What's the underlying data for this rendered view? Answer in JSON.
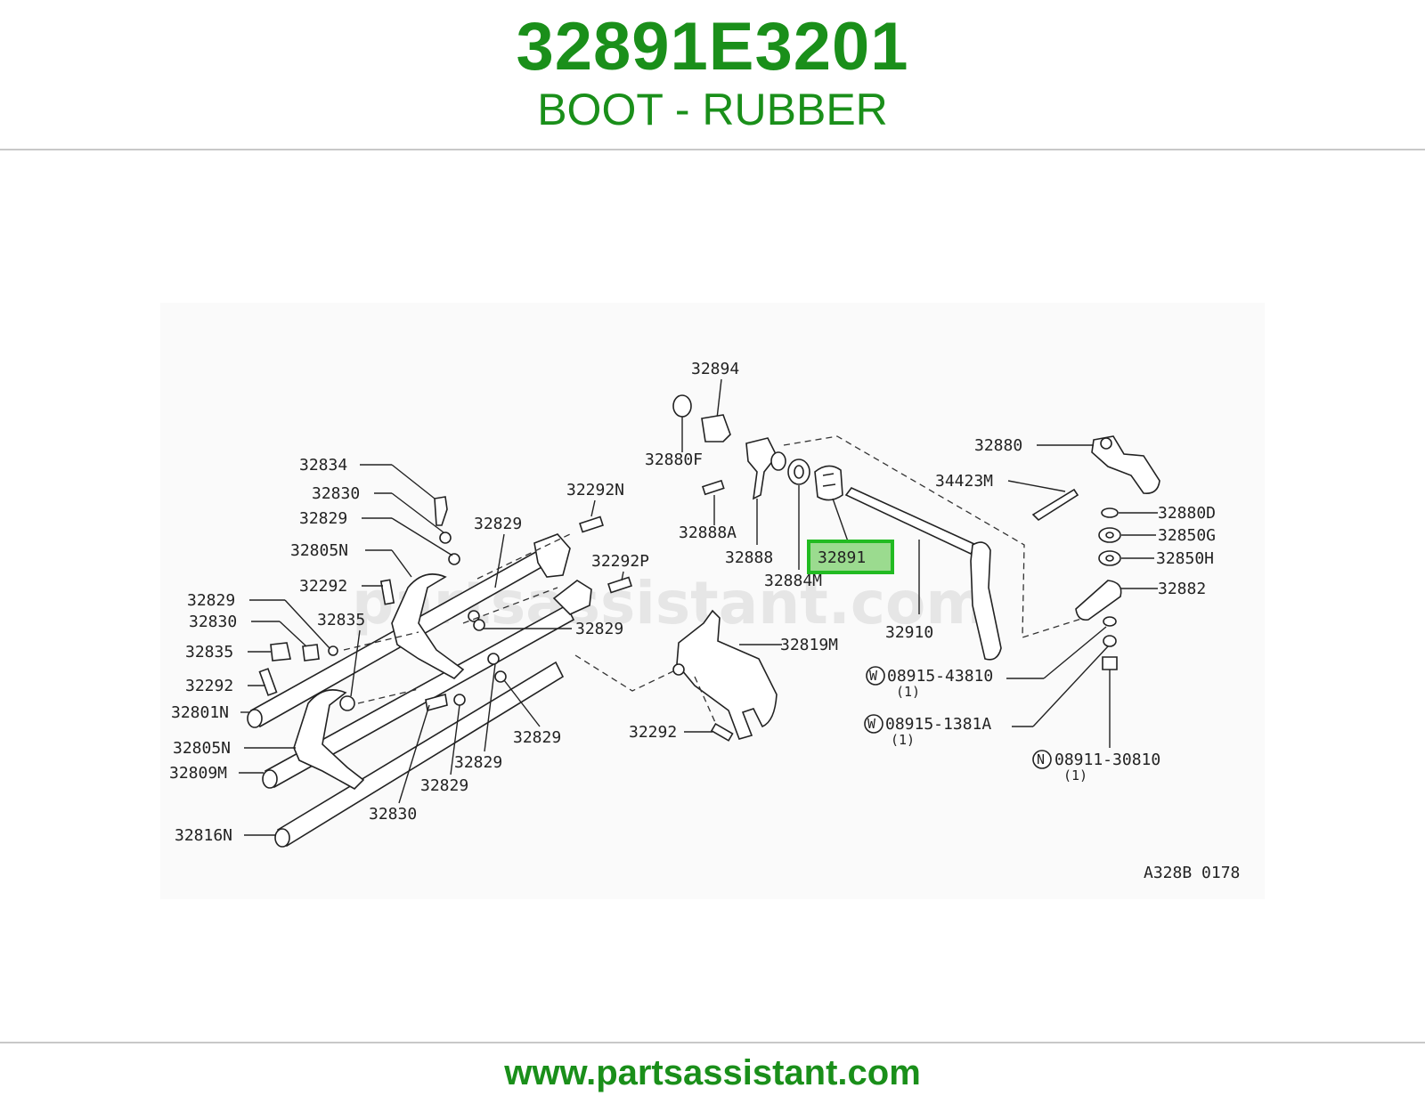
{
  "header": {
    "part_number": "32891E3201",
    "description": "BOOT - RUBBER"
  },
  "diagram": {
    "highlighted_label": "32891",
    "highlight_color": "#22bb22",
    "watermark": "partsassistant.com",
    "drawing_code": "A328B 0178",
    "labels": [
      "32894",
      "32880F",
      "32880",
      "34423M",
      "32880D",
      "32850G",
      "32850H",
      "32882",
      "32834",
      "32830",
      "32829",
      "32805N",
      "32292",
      "32829",
      "32830",
      "32835",
      "32835",
      "32292",
      "32801N",
      "32805N",
      "32809M",
      "32816N",
      "32829",
      "32292N",
      "32292P",
      "32829",
      "32829",
      "32829",
      "32829",
      "32830",
      "32819M",
      "32292",
      "32888A",
      "32888",
      "32884M",
      "32910"
    ],
    "fasteners": [
      {
        "symbol": "W",
        "number": "08915-43810",
        "qty": "(1)"
      },
      {
        "symbol": "W",
        "number": "08915-1381A",
        "qty": "(1)"
      },
      {
        "symbol": "N",
        "number": "08911-30810",
        "qty": "(1)"
      }
    ]
  },
  "footer": {
    "url": "www.partsassistant.com"
  }
}
